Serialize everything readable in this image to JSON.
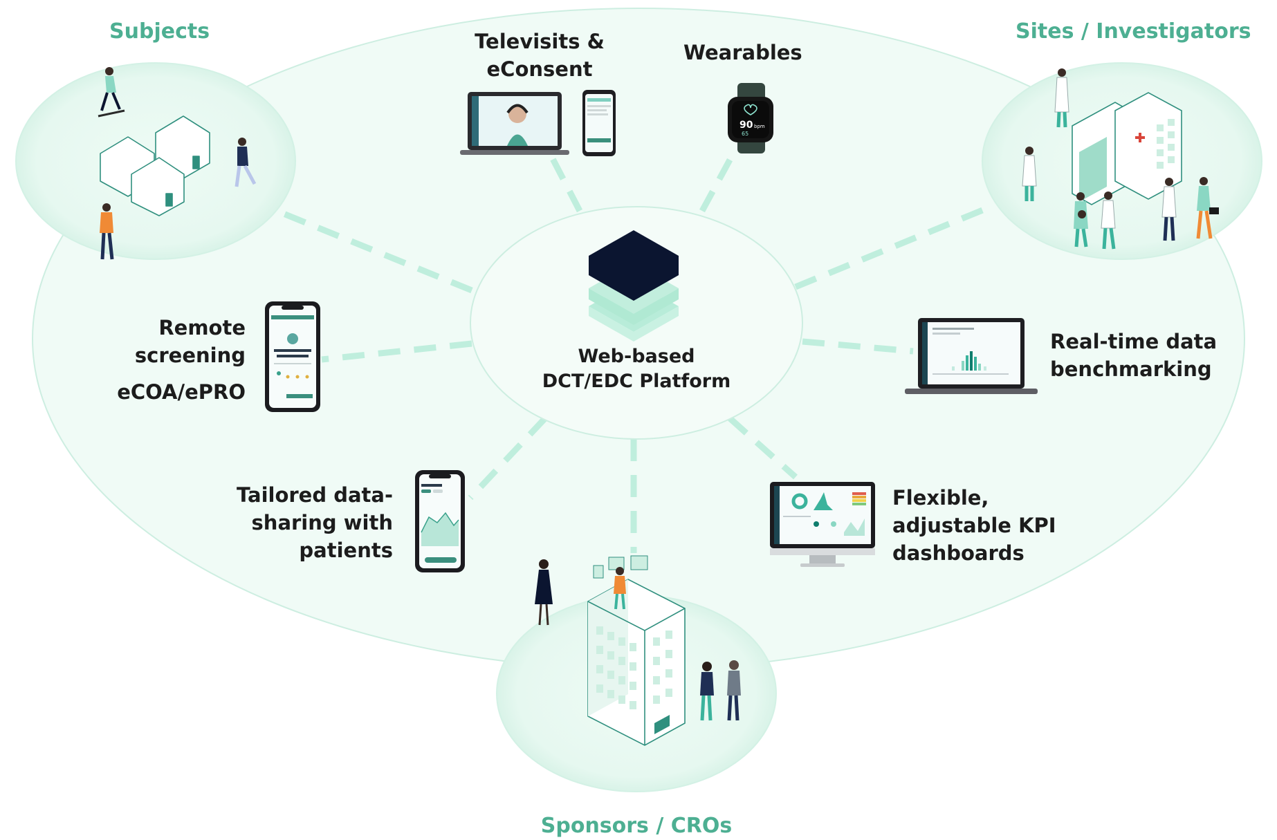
{
  "groups": {
    "subjects": "Subjects",
    "sites": "Sites / Investigators",
    "sponsors": "Sponsors / CROs"
  },
  "hub": {
    "line1": "Web-based",
    "line2": "DCT/EDC Platform"
  },
  "features": {
    "televisits": {
      "line1": "Televisits &",
      "line2": "eConsent"
    },
    "wearables": {
      "line1": "Wearables"
    },
    "remote": {
      "line1": "Remote",
      "line2": "screening",
      "line3": "eCOA/ePRO"
    },
    "realtime": {
      "line1": "Real-time data",
      "line2": "benchmarking"
    },
    "tailored": {
      "line1": "Tailored data-",
      "line2": "sharing with",
      "line3": "patients"
    },
    "kpi": {
      "line1": "Flexible,",
      "line2": "adjustable KPI",
      "line3": "dashboards"
    }
  },
  "device_screens": {
    "watch_bpm": "90",
    "watch_unit": "bpm",
    "watch_sub": "65"
  },
  "colors": {
    "mint_fill": "#ecfaf4",
    "mint_stroke": "#cdeee1",
    "dash": "#bfeedd",
    "group_text": "#4daf92",
    "navy": "#0b1530",
    "teal": "#2f8f7e"
  },
  "icons": [
    "cube-logo-icon",
    "laptop-icon",
    "phone-icon",
    "smartwatch-icon",
    "monitor-icon",
    "house-icon",
    "hospital-icon",
    "office-building-icon",
    "person-icon"
  ]
}
